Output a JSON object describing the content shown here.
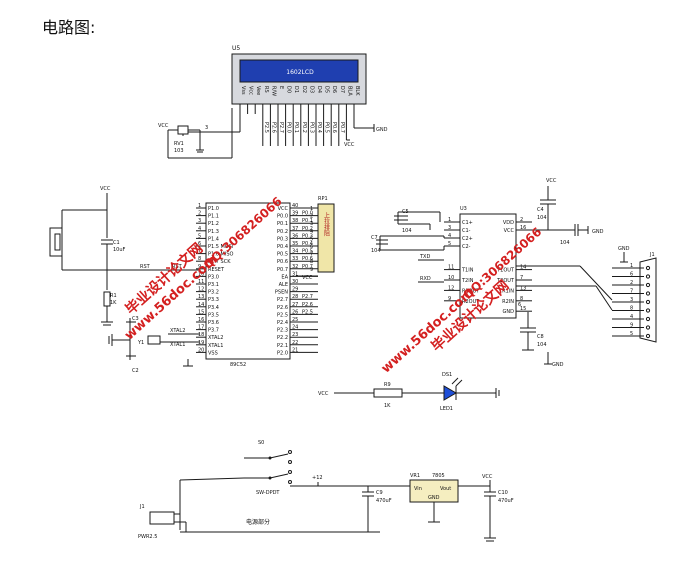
{
  "page_title": "电路图:",
  "lcd": {
    "ref": "U5",
    "name": "1602LCD",
    "pins": [
      "Vss",
      "Vcc",
      "Vee",
      "RS",
      "R/W",
      "E",
      "D0",
      "D1",
      "D2",
      "D3",
      "D4",
      "D5",
      "D6",
      "D7",
      "BLA",
      "BLK"
    ],
    "bus": [
      "P2.5",
      "P2.6",
      "P2.7",
      "P0.0",
      "P0.1",
      "P0.2",
      "P0.3",
      "P0.4",
      "P0.5",
      "P0.6",
      "P0.7"
    ]
  },
  "pot": {
    "ref": "RV1",
    "value": "103",
    "pin": "3",
    "vcc": "VCC",
    "gnd": "GND"
  },
  "mcu": {
    "ref": "89C52",
    "left_pins": [
      "P1.0",
      "P1.1",
      "P1.2",
      "P1.3",
      "P1.4",
      "P1.5 MOSI",
      "P1.6 MISO",
      "P1.7 SCK",
      "RESET",
      "P3.0",
      "P3.1",
      "P3.2",
      "P3.3",
      "P3.4",
      "P3.5",
      "P3.6",
      "P3.7",
      "XTAL2",
      "XTAL1",
      "VSS"
    ],
    "left_nums": [
      "1",
      "2",
      "3",
      "4",
      "5",
      "6",
      "7",
      "8",
      "9",
      "10",
      "11",
      "12",
      "13",
      "14",
      "15",
      "16",
      "17",
      "18",
      "19",
      "20"
    ],
    "right_pins": [
      "VCC",
      "P0.0",
      "P0.1",
      "P0.2",
      "P0.3",
      "P0.4",
      "P0.5",
      "P0.6",
      "P0.7",
      "EA",
      "ALE",
      "PSEN",
      "P2.7",
      "P2.6",
      "P2.5",
      "P2.4",
      "P2.3",
      "P2.2",
      "P2.1",
      "P2.0"
    ],
    "right_nums": [
      "40",
      "39",
      "38",
      "37",
      "36",
      "35",
      "34",
      "33",
      "32",
      "31",
      "30",
      "29",
      "28",
      "27",
      "26",
      "25",
      "24",
      "23",
      "22",
      "21"
    ],
    "right_labels": [
      "",
      "P0.0",
      "P0.1",
      "P0.2",
      "P0.3",
      "P0.4",
      "P0.5",
      "P0.6",
      "P0.7",
      "",
      "",
      "",
      "P2.7",
      "P2.6",
      "P2.5",
      "",
      "",
      "",
      "",
      ""
    ]
  },
  "reset": {
    "c1": "C1",
    "c1_val": "10uF",
    "r1": "R1",
    "r1_val": "1K",
    "vcc": "VCC",
    "rst": "RST"
  },
  "crystal": {
    "c2": "C2",
    "c3": "C3",
    "y1": "Y1",
    "xtal1": "XTAL1",
    "xtal2": "XTAL2"
  },
  "rp1": {
    "ref": "RP1",
    "label": "上拉排阻",
    "nums": [
      "1",
      "2",
      "3",
      "4",
      "5",
      "6",
      "7",
      "8",
      "9"
    ],
    "vcc": "VCC"
  },
  "max232": {
    "ref": "U3",
    "left": [
      "C1+",
      "C1-",
      "C2+",
      "C2-",
      "T1IN",
      "T2IN",
      "R1OUT",
      "R2OUT"
    ],
    "left_nums": [
      "1",
      "3",
      "4",
      "5",
      "11",
      "10",
      "12",
      "9"
    ],
    "right": [
      "VDD",
      "VCC",
      "",
      "",
      "T1OUT",
      "T2OUT",
      "R1IN",
      "R2IN",
      "GND"
    ],
    "right_nums": [
      "2",
      "16",
      "",
      "",
      "14",
      "7",
      "13",
      "8",
      "15"
    ],
    "c4": "C4",
    "c4_val": "104",
    "c5": "C5",
    "c5_val": "104",
    "c7": "C7",
    "c7_val": "104",
    "c8": "C8",
    "c8_val": "104",
    "c_vcc": "104",
    "num6": "6",
    "txd": "TXD",
    "rxd": "RXD",
    "vcc": "VCC",
    "gnd": "GND"
  },
  "db9": {
    "ref": "J1",
    "nums": [
      "1",
      "6",
      "2",
      "7",
      "3",
      "8",
      "4",
      "9",
      "5"
    ],
    "gnd": "GND"
  },
  "led": {
    "r9": "R9",
    "r9_val": "1K",
    "ref": "DS1",
    "name": "LED1",
    "vcc": "VCC"
  },
  "power": {
    "switch_ref": "S0",
    "switch_name": "SW-DPDT",
    "jack_ref": "J1",
    "jack_name": "PWR2.5",
    "net_plus": "+12",
    "section_label": "电源部分",
    "reg_ref": "VR1",
    "reg_name": "7805",
    "reg_vin": "Vin",
    "reg_vout": "Vout",
    "reg_gnd": "GND",
    "c9": "C9",
    "c9_val": "470uF",
    "c10": "C10",
    "c10_val": "470uF",
    "vcc": "VCC"
  },
  "watermarks": [
    "毕业设计论文网",
    "www.56doc.com",
    "QQ:306826066"
  ],
  "colors": {
    "ink": "#1a1a1a",
    "lcd_screen": "#1f3fb0",
    "lcd_frame": "#d7d9de",
    "rp_body": "#f0e6a8",
    "watermark": "#d42020",
    "led": "#1e4fd8"
  }
}
